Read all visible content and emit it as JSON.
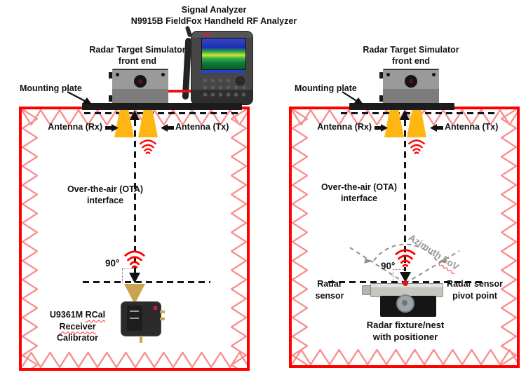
{
  "header": {
    "line1": "Signal Analyzer",
    "line2": "N9915B FieldFox Handheld RF Analyzer"
  },
  "left_setup": {
    "rts_line1": "Radar Target Simulator",
    "rts_line2": "front end",
    "mounting_plate": "Mounting plate",
    "antenna_rx": "Antenna (Rx)",
    "antenna_tx": "Antenna (Tx)",
    "ota_line1": "Over-the-air (OTA)",
    "ota_line2": "interface",
    "angle": "90°",
    "cal_line1a": "U9361M",
    "cal_line1b": "RCal",
    "cal_line2": "Receiver",
    "cal_line3": "Calibrator"
  },
  "right_setup": {
    "rts_line1": "Radar Target Simulator",
    "rts_line2": "front end",
    "mounting_plate": "Mounting plate",
    "antenna_rx": "Antenna (Rx)",
    "antenna_tx": "Antenna (Tx)",
    "ota_line1": "Over-the-air (OTA)",
    "ota_line2": "interface",
    "angle": "90°",
    "azimuth_a": "Azimuth",
    "azimuth_b": "FoV",
    "sensor_line1": "Radar",
    "sensor_line2": "sensor",
    "pivot_line1": "Radar sensor",
    "pivot_line2": "pivot point",
    "fixture_line1": "Radar fixture/nest",
    "fixture_line2": "with positioner"
  },
  "colors": {
    "chamber_border": "#FF0000",
    "absorber_zigzag": "#F98F8F",
    "antenna": "#FFB612",
    "horn": "#C9A44F",
    "wave": "#FF0000",
    "fov_gray": "#999999",
    "mounting_plate": "#1C1C1C",
    "cable": "#EE1111",
    "pivot_dot": "#E8111C"
  }
}
